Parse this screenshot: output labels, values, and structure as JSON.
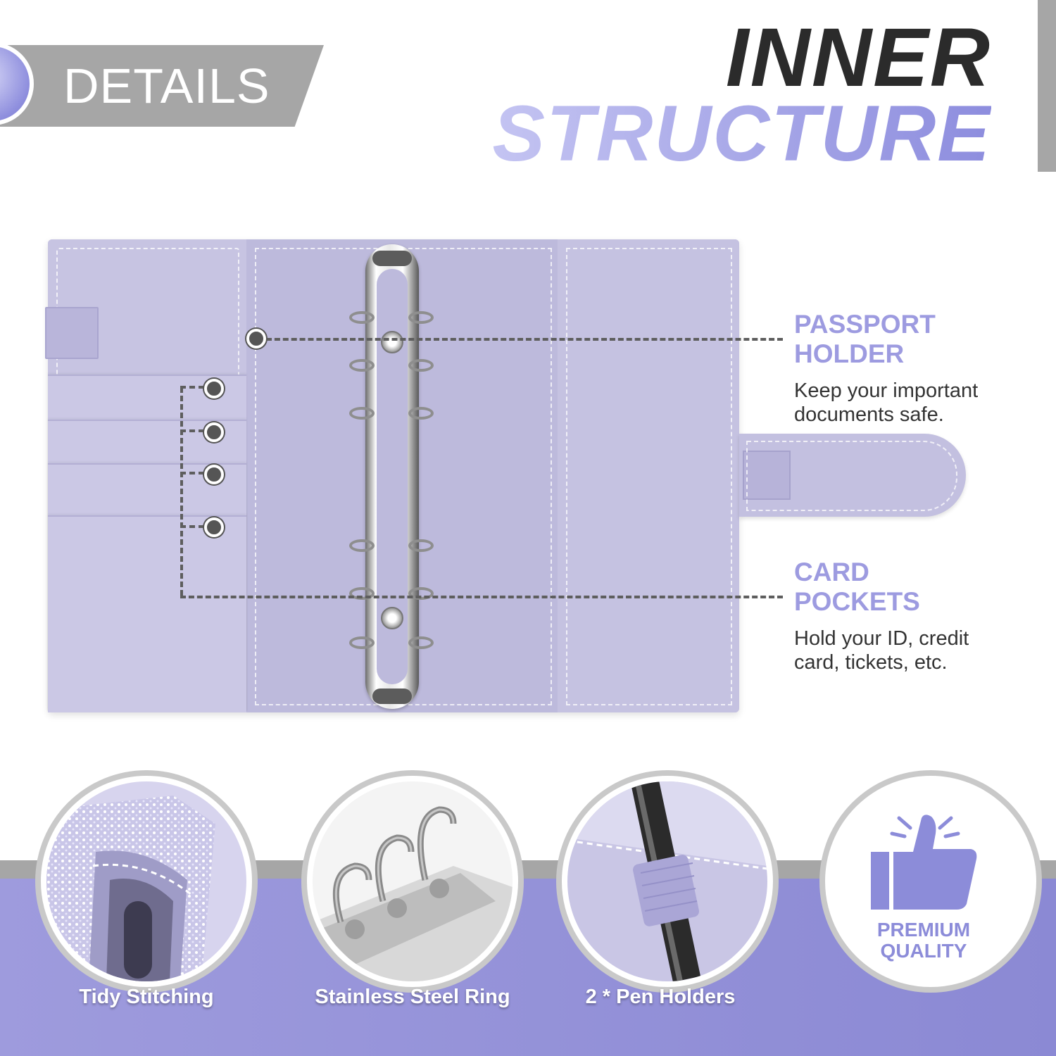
{
  "header": {
    "badge": "DETAILS",
    "title_line1": "INNER",
    "title_line2": "STRUCTURE"
  },
  "callouts": [
    {
      "title_line1": "PASSPORT",
      "title_line2": "HOLDER",
      "text_line1": "Keep your important",
      "text_line2": "documents safe."
    },
    {
      "title_line1": "CARD",
      "title_line2": "POCKETS",
      "text_line1": "Hold your ID, credit",
      "text_line2": "card, tickets, etc."
    }
  ],
  "features": [
    {
      "label": "Tidy Stitching",
      "icon": "stitching-closeup-icon"
    },
    {
      "label": "Stainless Steel Ring",
      "icon": "binder-rings-icon"
    },
    {
      "label": "2 * Pen Holders",
      "icon": "pen-holder-icon"
    }
  ],
  "quality": {
    "line1": "PREMIUM",
    "line2": "QUALITY",
    "icon": "thumbs-up-icon"
  },
  "colors": {
    "accent_purple": "#9d9be0",
    "binder_lavender": "#c4c1e0",
    "strip_purple": "#8b89d4",
    "badge_grey": "#a6a6a6",
    "title_dark": "#2b2b2b"
  }
}
